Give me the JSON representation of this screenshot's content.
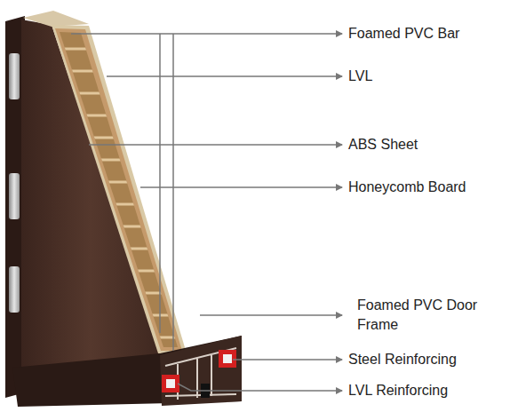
{
  "diagram": {
    "labels": [
      "Foamed PVC Bar",
      "LVL",
      "ABS Sheet",
      "Honeycomb Board",
      "Foamed PVC Door Frame",
      "Steel Reinforcing",
      "LVL Reinforcing"
    ]
  }
}
